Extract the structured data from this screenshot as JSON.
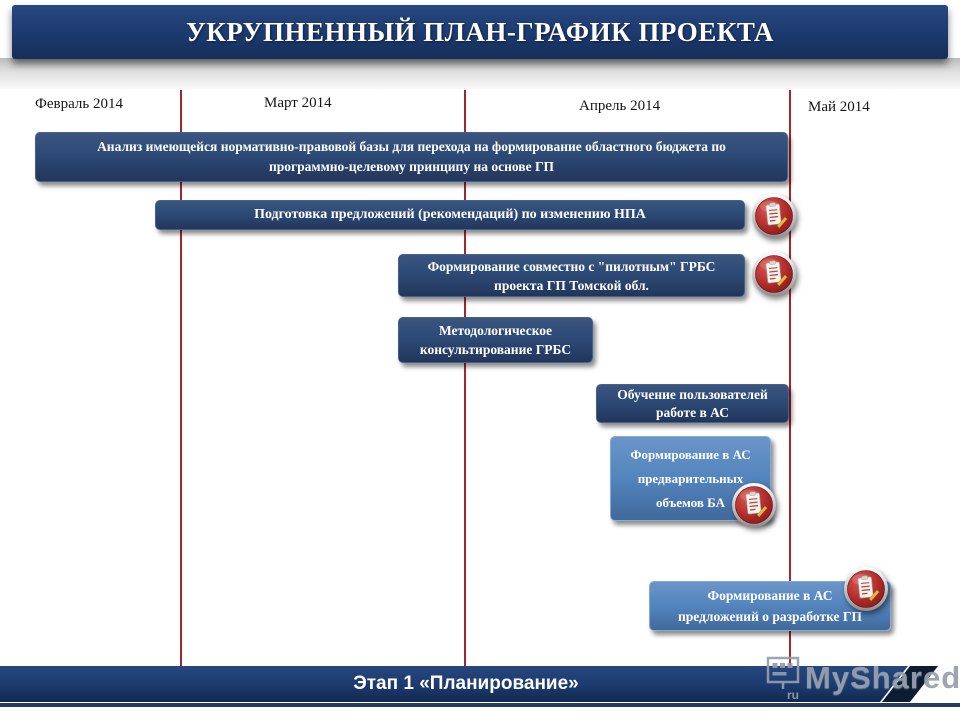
{
  "header": {
    "title": "УКРУПНЕННЫЙ ПЛАН-ГРАФИК ПРОЕКТА"
  },
  "timeline": {
    "months": [
      "Февраль 2014",
      "Март 2014",
      "Апрель 2014",
      "Май 2014"
    ]
  },
  "tasks": [
    {
      "label": "Анализ имеющейся нормативно-правовой базы для перехода на формирование областного бюджета по\nпрограммно-целевому принципу на основе ГП",
      "style": "dark"
    },
    {
      "label": "Подготовка предложений (рекомендаций) по изменению НПА",
      "style": "dark",
      "icon": "clipboard-badge"
    },
    {
      "label": "Формирование совместно с \"пилотным\" ГРБС\nпроекта ГП Томской обл.",
      "style": "dark",
      "icon": "clipboard-badge"
    },
    {
      "label": "Методологическое\nконсультирование ГРБС",
      "style": "dark"
    },
    {
      "label": "Обучение пользователей\nработе в АС",
      "style": "dark"
    },
    {
      "label": "Формирование в АС\nпредварительных\nобъемов БА",
      "style": "light",
      "icon": "clipboard-badge"
    },
    {
      "label": "Формирование в АС\nпредложений о разработке ГП",
      "style": "light",
      "icon": "clipboard-badge"
    }
  ],
  "footer": {
    "stage_label": "Этап 1 «Планирование»"
  },
  "watermark": {
    "text": "MyShared",
    "suffix": "ru"
  },
  "colors": {
    "header_navy": "#1c3a6e",
    "task_dark_blue": "#2d4a76",
    "task_light_blue": "#5384bd",
    "timeline_line_red": "#a1262d",
    "footer_end_cap": "#0d1b33"
  }
}
